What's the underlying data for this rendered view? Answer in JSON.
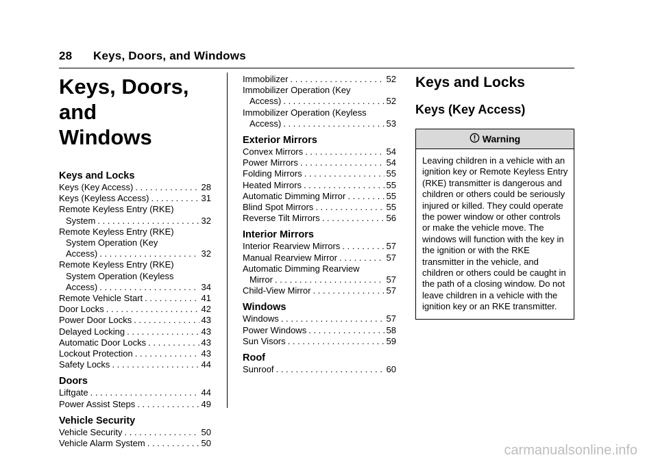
{
  "header": {
    "page_number": "28",
    "running_title": "Keys, Doors, and Windows"
  },
  "chapter_title_lines": [
    "Keys, Doors, and",
    "Windows"
  ],
  "toc": {
    "col1": [
      {
        "title": "Keys and Locks",
        "entries": [
          {
            "lines": [
              "Keys (Key Access)"
            ],
            "page": "28"
          },
          {
            "lines": [
              "Keys (Keyless Access)"
            ],
            "page": "31"
          },
          {
            "lines": [
              "Remote Keyless Entry (RKE)",
              "System"
            ],
            "page": "32"
          },
          {
            "lines": [
              "Remote Keyless Entry (RKE)",
              "System Operation (Key",
              "Access)"
            ],
            "page": "32"
          },
          {
            "lines": [
              "Remote Keyless Entry (RKE)",
              "System Operation (Keyless",
              "Access)"
            ],
            "page": "34"
          },
          {
            "lines": [
              "Remote Vehicle Start"
            ],
            "page": "41"
          },
          {
            "lines": [
              "Door Locks"
            ],
            "page": "42"
          },
          {
            "lines": [
              "Power Door Locks"
            ],
            "page": "43"
          },
          {
            "lines": [
              "Delayed Locking"
            ],
            "page": "43"
          },
          {
            "lines": [
              "Automatic Door Locks"
            ],
            "page": "43"
          },
          {
            "lines": [
              "Lockout Protection"
            ],
            "page": "43"
          },
          {
            "lines": [
              "Safety Locks"
            ],
            "page": "44"
          }
        ]
      },
      {
        "title": "Doors",
        "entries": [
          {
            "lines": [
              "Liftgate"
            ],
            "page": "44"
          },
          {
            "lines": [
              "Power Assist Steps"
            ],
            "page": "49"
          }
        ]
      },
      {
        "title": "Vehicle Security",
        "entries": [
          {
            "lines": [
              "Vehicle Security"
            ],
            "page": "50"
          },
          {
            "lines": [
              "Vehicle Alarm System"
            ],
            "page": "50"
          }
        ]
      }
    ],
    "col2": [
      {
        "title": "",
        "entries": [
          {
            "lines": [
              "Immobilizer"
            ],
            "page": "52"
          },
          {
            "lines": [
              "Immobilizer Operation (Key",
              "Access)"
            ],
            "page": "52"
          },
          {
            "lines": [
              "Immobilizer Operation (Keyless",
              "Access)"
            ],
            "page": "53"
          }
        ]
      },
      {
        "title": "Exterior Mirrors",
        "entries": [
          {
            "lines": [
              "Convex Mirrors"
            ],
            "page": "54"
          },
          {
            "lines": [
              "Power Mirrors"
            ],
            "page": "54"
          },
          {
            "lines": [
              "Folding Mirrors"
            ],
            "page": "55"
          },
          {
            "lines": [
              "Heated Mirrors"
            ],
            "page": "55"
          },
          {
            "lines": [
              "Automatic Dimming Mirror"
            ],
            "page": "55"
          },
          {
            "lines": [
              "Blind Spot Mirrors"
            ],
            "page": "55"
          },
          {
            "lines": [
              "Reverse Tilt Mirrors"
            ],
            "page": "56"
          }
        ]
      },
      {
        "title": "Interior Mirrors",
        "entries": [
          {
            "lines": [
              "Interior Rearview Mirrors"
            ],
            "page": "57"
          },
          {
            "lines": [
              "Manual Rearview Mirror"
            ],
            "page": "57"
          },
          {
            "lines": [
              "Automatic Dimming Rearview",
              "Mirror"
            ],
            "page": "57"
          },
          {
            "lines": [
              "Child-View Mirror"
            ],
            "page": "57"
          }
        ]
      },
      {
        "title": "Windows",
        "entries": [
          {
            "lines": [
              "Windows"
            ],
            "page": "57"
          },
          {
            "lines": [
              "Power Windows"
            ],
            "page": "58"
          },
          {
            "lines": [
              "Sun Visors"
            ],
            "page": "59"
          }
        ]
      },
      {
        "title": "Roof",
        "entries": [
          {
            "lines": [
              "Sunroof"
            ],
            "page": "60"
          }
        ]
      }
    ]
  },
  "right": {
    "section_title": "Keys and Locks",
    "subsection_title": "Keys (Key Access)",
    "warning": {
      "icon": "warning-circle-icon",
      "label": "Warning",
      "text": "Leaving children in a vehicle with an ignition key or Remote Keyless Entry (RKE) transmitter is dangerous and children or others could be seriously injured or killed. They could operate the power window or other controls or make the vehicle move. The windows will function with the key in the ignition or with the RKE transmitter in the vehicle, and children or others could be caught in the path of a closing window. Do not leave children in a vehicle with the ignition key or an RKE transmitter."
    }
  },
  "watermark": "carmanualsonline.info",
  "colors": {
    "text": "#000000",
    "warning_header_bg": "#d9d9d9",
    "watermark": "#bdbdbd"
  }
}
